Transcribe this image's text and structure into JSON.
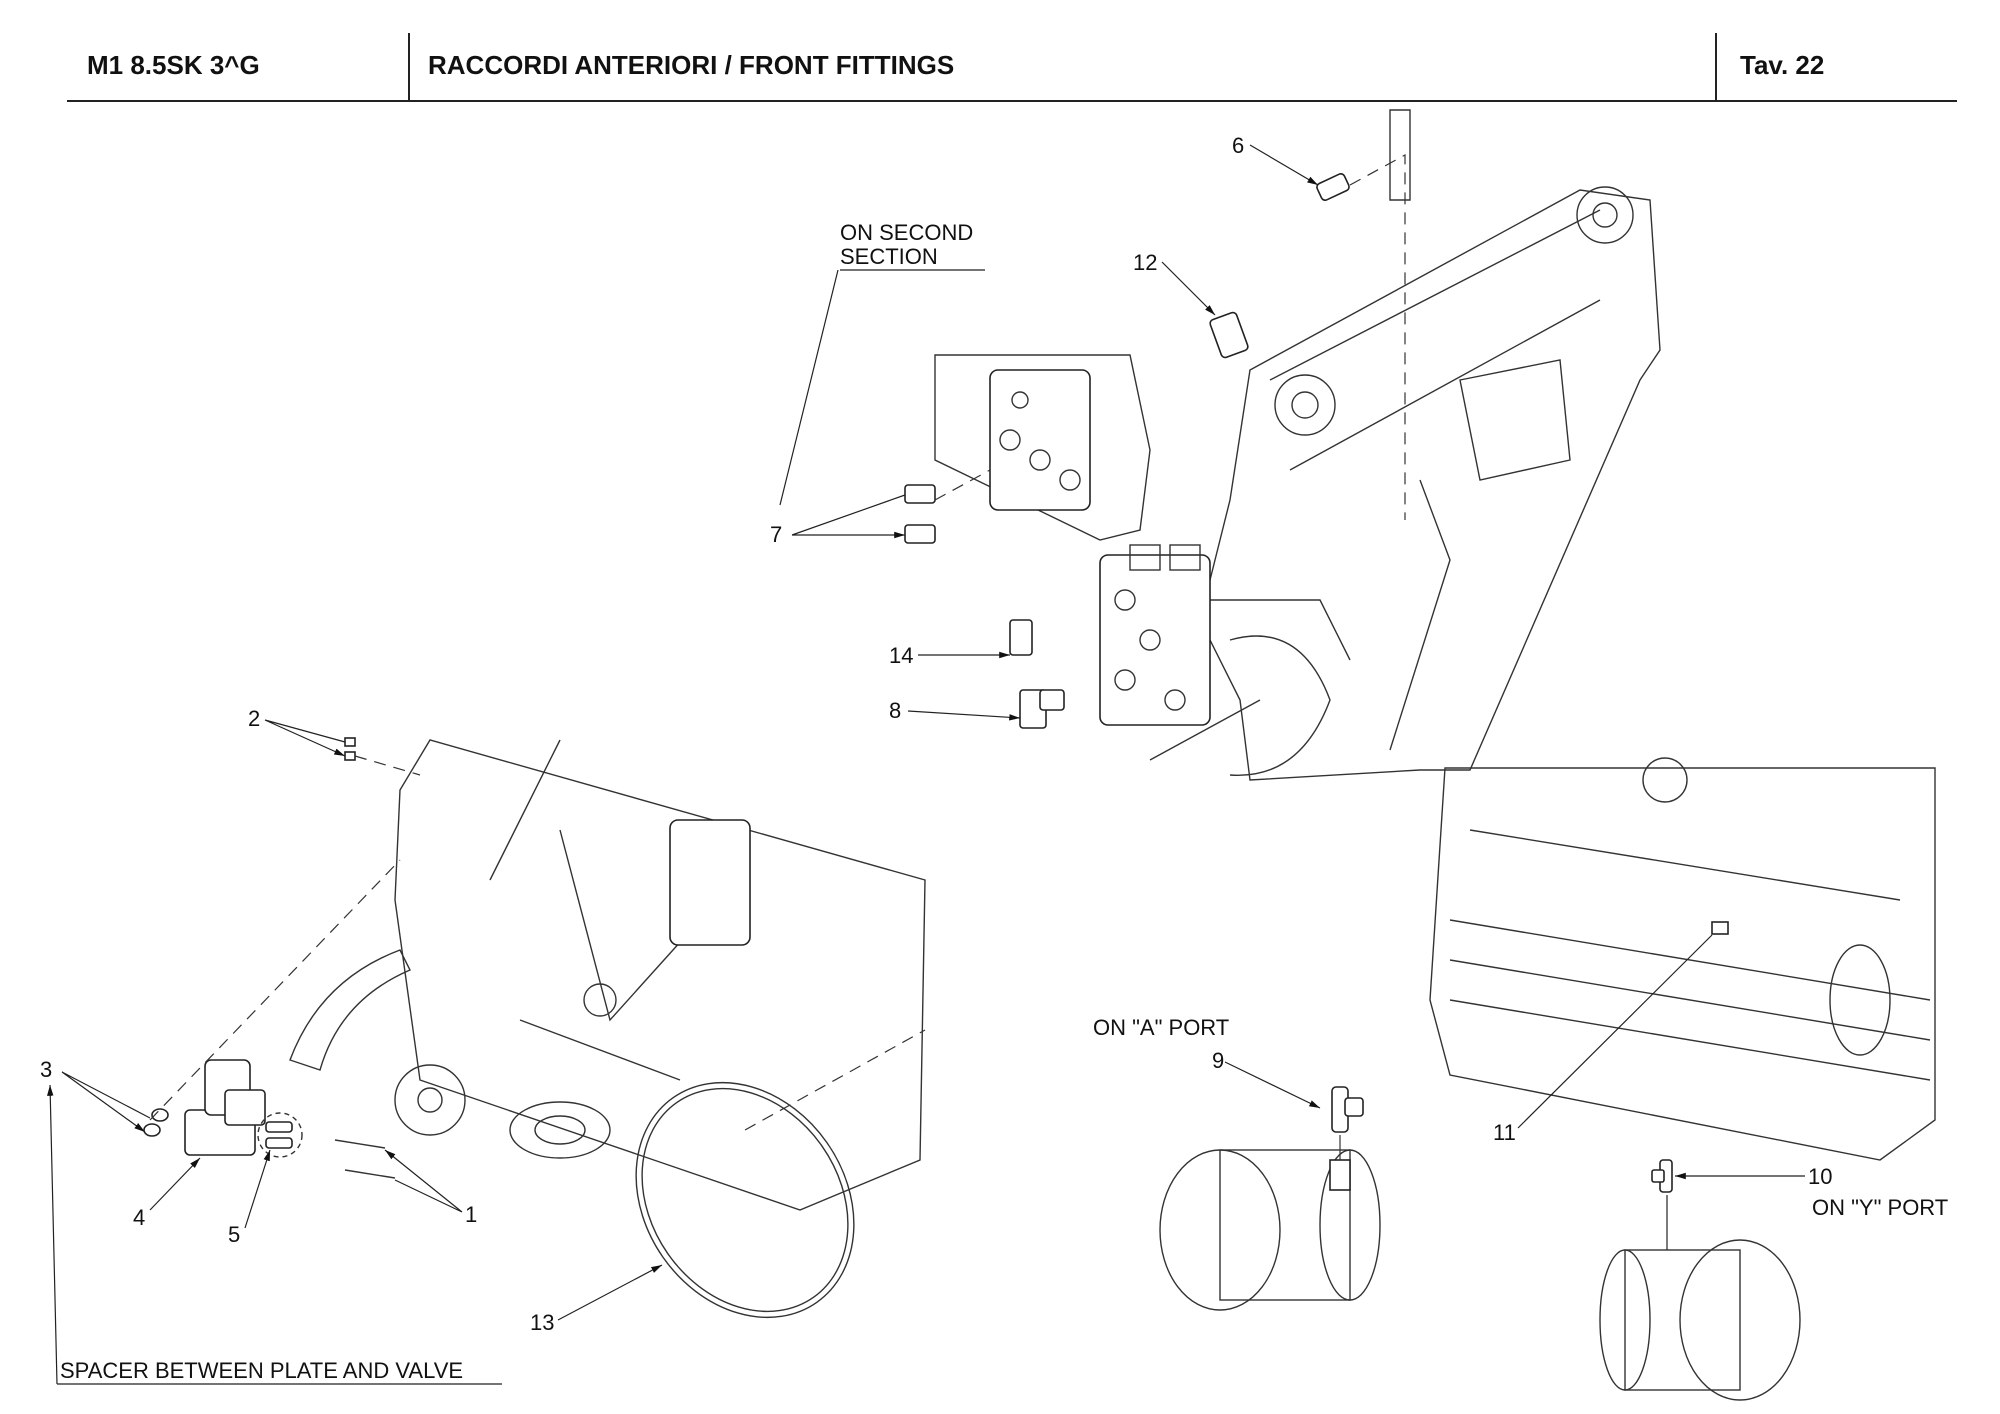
{
  "header": {
    "model": "M1 8.5SK 3^G",
    "title": "RACCORDI ANTERIORI / FRONT FITTINGS",
    "table": "Tav.  22"
  },
  "notes": {
    "second_section": [
      "ON SECOND",
      "SECTION"
    ],
    "a_port": "ON \"A\" PORT",
    "y_port": "ON \"Y\" PORT",
    "spacer": "SPACER BETWEEN PLATE AND VALVE"
  },
  "callouts": [
    "1",
    "2",
    "3",
    "4",
    "5",
    "6",
    "7",
    "8",
    "9",
    "10",
    "11",
    "12",
    "13",
    "14"
  ]
}
